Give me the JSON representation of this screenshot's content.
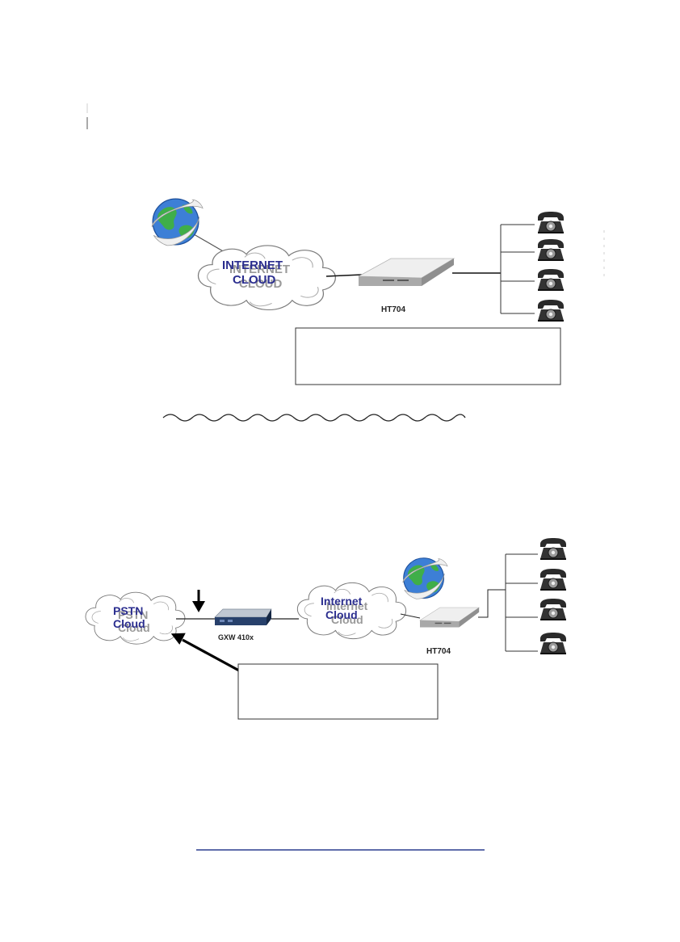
{
  "diagram_top": {
    "cloud_label_line1": "INTERNET",
    "cloud_label_line2": "CLOUD",
    "device_label": "HT704"
  },
  "diagram_bottom": {
    "pstn_label_line1": "PSTN",
    "pstn_label_line2": "Cloud",
    "gateway_label": "GXW 410x",
    "cloud_label_line1": "Internet",
    "cloud_label_line2": "Cloud",
    "device_label": "HT704"
  },
  "colors": {
    "label_blue": "#2b2e8f",
    "shadow_gray": "#9a9a9a",
    "line": "#1a1a1a",
    "link_underline": "#2b3d8f"
  },
  "icons": [
    "globe-icon",
    "telephone-icon",
    "router-icon",
    "gateway-icon",
    "cloud-icon",
    "arrow-icon"
  ]
}
